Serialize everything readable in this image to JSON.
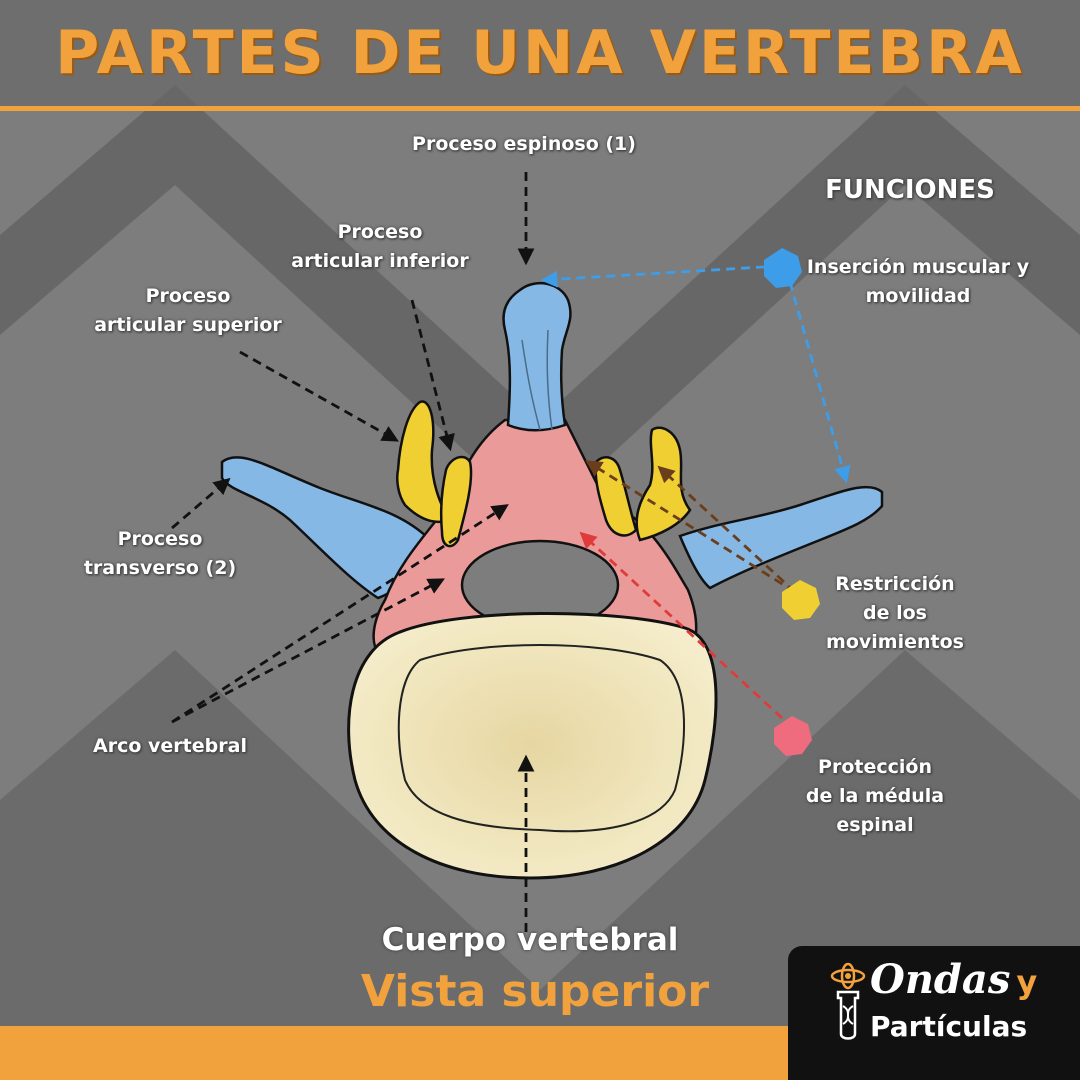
{
  "title": "PARTES DE UNA VERTEBRA",
  "labels": {
    "spinous": "Proceso espinoso (1)",
    "inferior_line1": "Proceso",
    "inferior_line2": "articular inferior",
    "superior_line1": "Proceso",
    "superior_line2": "articular superior",
    "transverse_line1": "Proceso",
    "transverse_line2": "transverso (2)",
    "arch": "Arco vertebral",
    "body": "Cuerpo vertebral",
    "view": "Vista superior"
  },
  "functions": {
    "heading": "FUNCIONES",
    "insertion_line1": "Inserción muscular y",
    "insertion_line2": "movilidad",
    "restriction_line1": "Restricción",
    "restriction_line2": "de los",
    "restriction_line3": "movimientos",
    "protection_line1": "Protección",
    "protection_line2": "de la médula",
    "protection_line3": "espinal"
  },
  "colors": {
    "accent_orange": "#f2a23d",
    "insertion_blue": "#3d9de8",
    "restriction_yellow": "#f0cf32",
    "protection_pink": "#ef6b7e",
    "arrow_brown": "#6a3d1c",
    "arrow_red": "#e03b3b"
  },
  "logo": {
    "line1": "Ondas",
    "line1_suffix": "y",
    "line2": "Partículas"
  }
}
